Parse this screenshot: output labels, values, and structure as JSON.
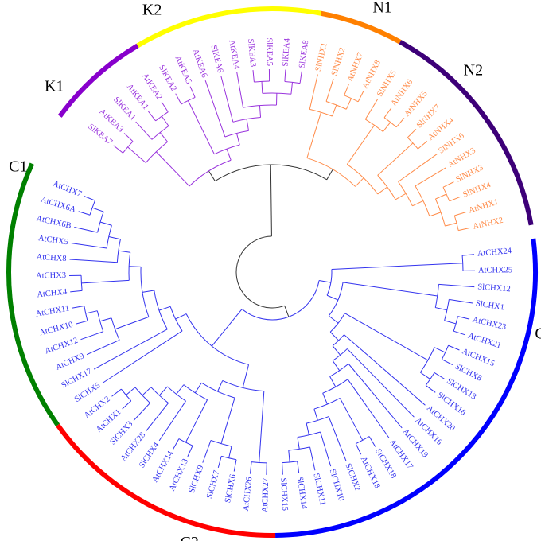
{
  "title": "Phylogenetic tree of KEA, NHX and CHX families",
  "colors": {
    "KEA": "#9933dd",
    "NHX": "#ff8c4a",
    "CHX": "#3333ee",
    "root": "#333333"
  },
  "tree": {
    "c": "root",
    "ch": [
      {
        "c": "CHX",
        "ch": [
          {
            "c": "CHX",
            "ch": [
              {
                "c": "CHX",
                "ch": [
                  "AtCHX24",
                  "AtCHX25"
                ]
              },
              {
                "c": "CHX",
                "ch": [
                  {
                    "c": "CHX",
                    "ch": [
                      "SlCHX12",
                      {
                        "c": "CHX",
                        "ch": [
                          "SlCHX1",
                          {
                            "c": "CHX",
                            "ch": [
                              "AtCHX23",
                              "AtCHX21"
                            ]
                          }
                        ]
                      }
                    ]
                  },
                  {
                    "c": "CHX",
                    "ch": [
                      {
                        "c": "CHX",
                        "ch": [
                          {
                            "c": "CHX",
                            "ch": [
                              "AtCHX15",
                              "SlCHX8"
                            ]
                          },
                          {
                            "c": "CHX",
                            "ch": [
                              "SlCHX13",
                              "SlCHX16"
                            ]
                          }
                        ]
                      },
                      {
                        "c": "CHX",
                        "ch": [
                          "AtCHX20",
                          {
                            "c": "CHX",
                            "ch": [
                              "AtCHX16",
                              {
                                "c": "CHX",
                                "ch": [
                                  "AtCHX19",
                                  {
                                    "c": "CHX",
                                    "ch": [
                                      "AtCHX17",
                                      {
                                        "c": "CHX",
                                        "ch": [
                                          {
                                            "c": "CHX",
                                            "ch": [
                                              "SlCHX18",
                                              "AtCHX18"
                                            ]
                                          },
                                          {
                                            "c": "CHX",
                                            "ch": [
                                              "SlCHX2",
                                              {
                                                "c": "CHX",
                                                "ch": [
                                                  "SlCHX10",
                                                  {
                                                    "c": "CHX",
                                                    "ch": [
                                                      "SlCHX11",
                                                      {
                                                        "c": "CHX",
                                                        "ch": [
                                                          "SlCHX14",
                                                          "SlCHX15"
                                                        ]
                                                      }
                                                    ]
                                                  }
                                                ]
                                              }
                                            ]
                                          }
                                        ]
                                      }
                                    ]
                                  }
                                ]
                              }
                            ]
                          }
                        ]
                      }
                    ]
                  }
                ]
              }
            ]
          },
          {
            "c": "CHX",
            "ch": [
              {
                "c": "CHX",
                "ch": [
                  {
                    "c": "CHX",
                    "ch": [
                      "AtCHX27",
                      "AtCHX26"
                    ]
                  },
                  {
                    "c": "CHX",
                    "ch": [
                      {
                        "c": "CHX",
                        "ch": [
                          {
                            "c": "CHX",
                            "ch": [
                              "SlCHX6",
                              "SlCHX7"
                            ]
                          },
                          "SlCHX9"
                        ]
                      },
                      {
                        "c": "CHX",
                        "ch": [
                          {
                            "c": "CHX",
                            "ch": [
                              "AtCHX13",
                              "AtCHX14"
                            ]
                          },
                          {
                            "c": "CHX",
                            "ch": [
                              "SlCHX4",
                              {
                                "c": "CHX",
                                "ch": [
                                  "AtCHX28",
                                  {
                                    "c": "CHX",
                                    "ch": [
                                      "SlCHX3",
                                      {
                                        "c": "CHX",
                                        "ch": [
                                          "AtCHX1",
                                          "AtCHX2"
                                        ]
                                      }
                                    ]
                                  }
                                ]
                              }
                            ]
                          }
                        ]
                      }
                    ]
                  }
                ]
              },
              {
                "c": "CHX",
                "ch": [
                  "SlCHX5",
                  {
                    "c": "CHX",
                    "ch": [
                      "SlCHX17",
                      {
                        "c": "CHX",
                        "ch": [
                          {
                            "c": "CHX",
                            "ch": [
                              "AtCHX9",
                              {
                                "c": "CHX",
                                "ch": [
                                  "AtCHX12",
                                  {
                                    "c": "CHX",
                                    "ch": [
                                      "AtCHX10",
                                      "AtCHX11"
                                    ]
                                  }
                                ]
                              }
                            ]
                          },
                          {
                            "c": "CHX",
                            "ch": [
                              {
                                "c": "CHX",
                                "ch": [
                                  "AtCHX4",
                                  "AtCHX3"
                                ]
                              },
                              {
                                "c": "CHX",
                                "ch": [
                                  "AtCHX8",
                                  {
                                    "c": "CHX",
                                    "ch": [
                                      "AtCHX5",
                                      {
                                        "c": "CHX",
                                        "ch": [
                                          "AtCHX6B",
                                          {
                                            "c": "CHX",
                                            "ch": [
                                              "AtCHX6A",
                                              "AtCHX7"
                                            ]
                                          }
                                        ]
                                      }
                                    ]
                                  }
                                ]
                              }
                            ]
                          }
                        ]
                      }
                    ]
                  }
                ]
              }
            ]
          }
        ]
      },
      {
        "c": "root",
        "ch": [
          {
            "c": "KEA",
            "ch": [
              {
                "c": "KEA",
                "ch": [
                  {
                    "c": "KEA",
                    "ch": [
                      "SlKEA7",
                      "AtKEA3"
                    ]
                  },
                  {
                    "c": "KEA",
                    "ch": [
                      "SlKEA1",
                      {
                        "c": "KEA",
                        "ch": [
                          "AtKEA1",
                          "AtKEA2"
                        ]
                      }
                    ]
                  }
                ]
              },
              {
                "c": "KEA",
                "ch": [
                  {
                    "c": "KEA",
                    "ch": [
                      "SlKEA2",
                      "AtKEA5"
                    ]
                  },
                  {
                    "c": "KEA",
                    "ch": [
                      "AtKEA6",
                      {
                        "c": "KEA",
                        "ch": [
                          "SlKEA6",
                          {
                            "c": "KEA",
                            "ch": [
                              "AtKEA4",
                              {
                                "c": "KEA",
                                "ch": [
                                  {
                                    "c": "KEA",
                                    "ch": [
                                      "SlKEA3",
                                      "SlKEA5"
                                    ]
                                  },
                                  {
                                    "c": "KEA",
                                    "ch": [
                                      "SlKEA4",
                                      "SlKEA8"
                                    ]
                                  }
                                ]
                              }
                            ]
                          }
                        ]
                      }
                    ]
                  }
                ]
              }
            ]
          },
          {
            "c": "NHX",
            "ch": [
              {
                "c": "NHX",
                "ch": [
                  "SlNHX1",
                  {
                    "c": "NHX",
                    "ch": [
                      "SlNHX2",
                      {
                        "c": "NHX",
                        "ch": [
                          "AtNHX7",
                          "AtNHX8"
                        ]
                      }
                    ]
                  }
                ]
              },
              {
                "c": "NHX",
                "ch": [
                  {
                    "c": "NHX",
                    "ch": [
                      "SlNHX5",
                      {
                        "c": "NHX",
                        "ch": [
                          "AtNHX6",
                          "AtNHX5"
                        ]
                      }
                    ]
                  },
                  {
                    "c": "NHX",
                    "ch": [
                      {
                        "c": "NHX",
                        "ch": [
                          "SlNHX7",
                          "AtNHX4"
                        ]
                      },
                      {
                        "c": "NHX",
                        "ch": [
                          "SlNHX6",
                          {
                            "c": "NHX",
                            "ch": [
                              "AtNHX3",
                              {
                                "c": "NHX",
                                "ch": [
                                  {
                                    "c": "NHX",
                                    "ch": [
                                      "SlNHX3",
                                      "SlNHX4"
                                    ]
                                  },
                                  {
                                    "c": "NHX",
                                    "ch": [
                                      "AtNHX1",
                                      "AtNHX2"
                                    ]
                                  }
                                ]
                              }
                            ]
                          }
                        ]
                      }
                    ]
                  }
                ]
              }
            ]
          }
        ]
      }
    ]
  },
  "groups": [
    {
      "label": "C3",
      "color": "#0000ff",
      "first": "AtCHX24",
      "last": "SlCHX15"
    },
    {
      "label": "C2",
      "color": "#ff0000",
      "first": "AtCHX27",
      "last": "AtCHX2"
    },
    {
      "label": "C1",
      "color": "#008000",
      "first": "SlCHX5",
      "last": "AtCHX7"
    },
    {
      "label": "K1",
      "color": "#8800cc",
      "first": "SlKEA7",
      "last": "AtKEA2"
    },
    {
      "label": "K2",
      "color": "#ffff00",
      "first": "SlKEA2",
      "last": "SlKEA8"
    },
    {
      "label": "N1",
      "color": "#ff8000",
      "first": "SlNHX1",
      "last": "AtNHX8"
    },
    {
      "label": "N2",
      "color": "#3d0078",
      "first": "SlNHX5",
      "last": "AtNHX2"
    }
  ]
}
